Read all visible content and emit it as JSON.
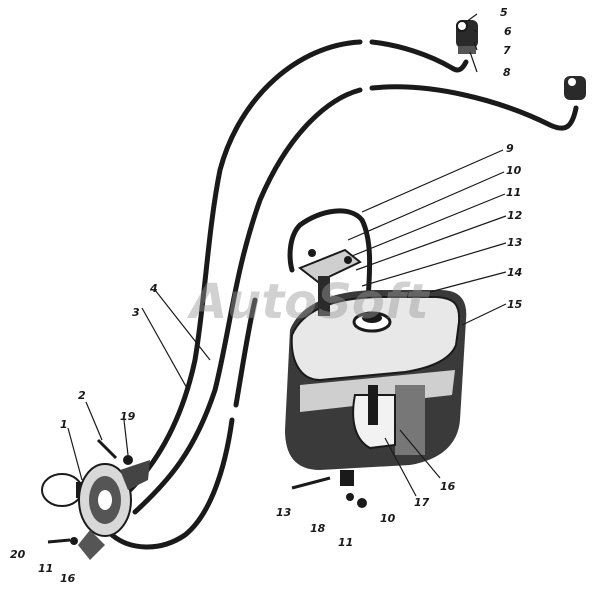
{
  "watermark": "AutoSoft",
  "callouts": {
    "c1": "1",
    "c2": "2",
    "c3": "3",
    "c4": "4",
    "c5": "5",
    "c6": "6",
    "c7": "7",
    "c8": "8",
    "c9": "9",
    "c10a": "10",
    "c11a": "11",
    "c12": "12",
    "c13a": "13",
    "c14": "14",
    "c15": "15",
    "c16": "16",
    "c17": "17",
    "c13b": "13",
    "c18": "18",
    "c11b": "11",
    "c10b": "10",
    "c19": "19",
    "c20": "20",
    "c11c": "11",
    "c16b": "16"
  },
  "colors": {
    "ink": "#1a1a1a",
    "paper": "#ffffff",
    "watermark": "#9a9a9a"
  }
}
